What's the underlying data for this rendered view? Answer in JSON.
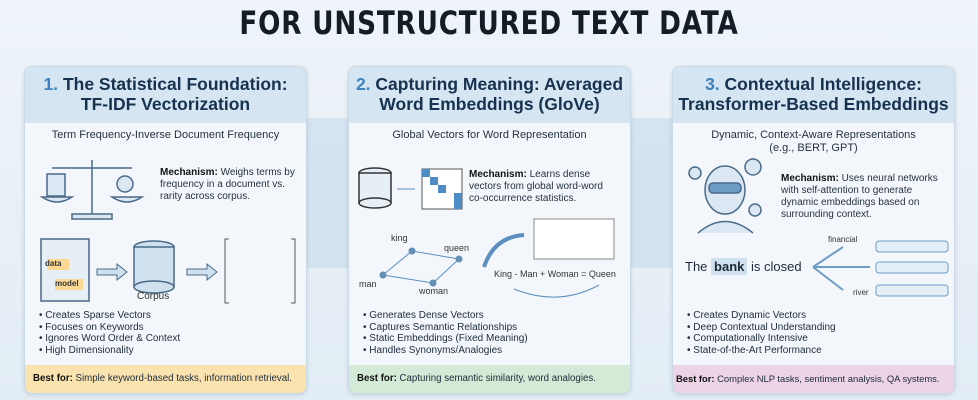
{
  "title": "FOR UNSTRUCTURED TEXT DATA",
  "cards": [
    {
      "number": "1.",
      "title_line1": "The Statistical Foundation:",
      "title_line2": "TF-IDF Vectorization",
      "subtitle": "Term Frequency-Inverse Document Frequency",
      "mechanism_label": "Mechanism:",
      "mechanism": "Weighs terms by frequency in a document vs. rarity across corpus.",
      "doc_words": [
        "data",
        "model"
      ],
      "corpus_label": "Corpus",
      "bullets": [
        "Creates Sparse Vectors",
        "Focuses on Keywords",
        "Ignores Word Order & Context",
        "High Dimensionality"
      ],
      "best_label": "Best for:",
      "best_text": "Simple keyword-based tasks, information retrieval.",
      "best_color": "#fbe3b0"
    },
    {
      "number": "2.",
      "title_line1": "Capturing Meaning: Averaged",
      "title_line2": "Word Embeddings (GloVe)",
      "subtitle": "Global Vectors for Word Representation",
      "mechanism_label": "Mechanism:",
      "mechanism": "Learns dense vectors from global word-word co-occurrence statistics.",
      "words": [
        "king",
        "queen",
        "man",
        "woman"
      ],
      "equation": "King - Man + Woman = Queen",
      "bullets": [
        "Generates Dense Vectors",
        "Captures Semantic Relationships",
        "Static Embeddings (Fixed Meaning)",
        "Handles Synonyms/Analogies"
      ],
      "best_label": "Best for:",
      "best_text": "Capturing semantic similarity, word analogies.",
      "best_color": "#d3ead6"
    },
    {
      "number": "3.",
      "title_line1": "Contextual Intelligence:",
      "title_line2": "Transformer-Based Embeddings",
      "subtitle": "Dynamic, Context-Aware Representations",
      "subtitle2": "(e.g., BERT, GPT)",
      "mechanism_label": "Mechanism:",
      "mechanism": "Uses neural networks with self-attention to generate dynamic embeddings based on surrounding context.",
      "sentence_pre": "The",
      "sentence_word": "bank",
      "sentence_post": "is closed",
      "vector_labels": [
        "financial",
        "river"
      ],
      "bullets": [
        "Creates Dynamic Vectors",
        "Deep Contextual Understanding",
        "Computationally Intensive",
        "State-of-the-Art Performance"
      ],
      "best_label": "Best for:",
      "best_text": "Complex NLP tasks, sentiment analysis, QA systems.",
      "best_color": "#ecd3e6"
    }
  ],
  "accent": "#3d83bf"
}
